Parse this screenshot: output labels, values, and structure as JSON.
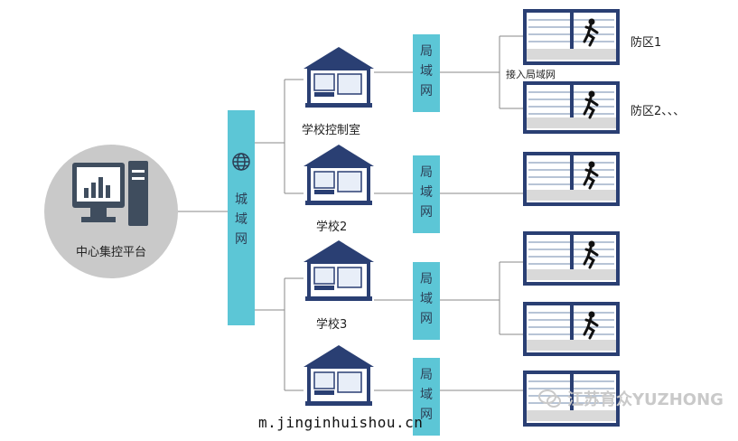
{
  "center": {
    "label": "中心集控平台",
    "icon": "computer-chart-icon"
  },
  "city_network": {
    "chars": [
      "城",
      "域",
      "网"
    ],
    "icon": "globe-icon"
  },
  "lan": {
    "chars": [
      "局",
      "域",
      "网"
    ]
  },
  "schools": [
    {
      "label": "学校控制室"
    },
    {
      "label": "学校2"
    },
    {
      "label": "学校3"
    },
    {
      "label": ""
    }
  ],
  "zones": {
    "zone1": "防区1",
    "zone2": "防区2、、、",
    "access_lan": "接入局域网"
  },
  "watermark": {
    "text": "江苏育众YUZHONG"
  },
  "url": "m.jinginhuishou.cn",
  "colors": {
    "navy": "#2a3f73",
    "cyan": "#5cc6d6",
    "gray": "#c9c9c9",
    "line": "#8a8a8a"
  }
}
